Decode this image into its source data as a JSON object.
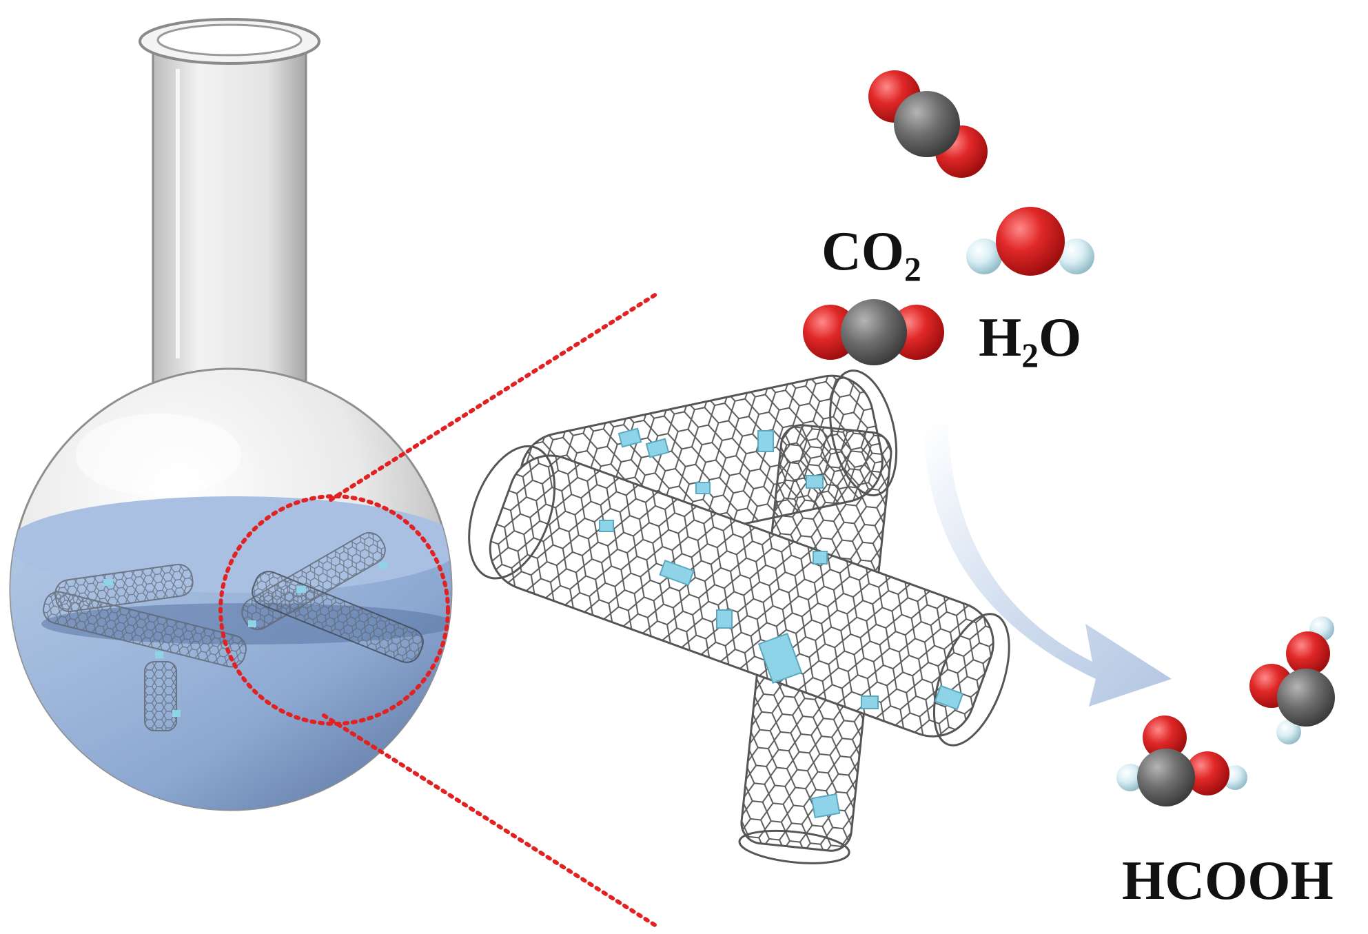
{
  "labels": {
    "co2": {
      "main": "CO",
      "sub": "2"
    },
    "h2o": {
      "pre": "H",
      "sub": "2",
      "post": "O"
    },
    "hcooh": "HCOOH"
  },
  "colors": {
    "oxygen": "#dd2222",
    "carbon": "#6b6b6b",
    "hydrogen": "#cfe9f0",
    "solution": "#9cb6dc",
    "nanotube_lines": "#555555",
    "nanotube_sites": "#8fd3e8",
    "zoom_marker": "#e22222",
    "arrow": "#b8cbe6",
    "glass": "#d9d9d9"
  },
  "icons": {
    "flask": "round-bottom-flask-icon",
    "nanotube": "carbon-nanotube-icon",
    "co2_molecule": "co2-molecule-icon",
    "h2o_molecule": "water-molecule-icon",
    "hcooh_molecule": "formic-acid-molecule-icon",
    "reaction_arrow": "curved-arrow-icon",
    "zoom_circle": "dotted-zoom-circle-icon"
  }
}
